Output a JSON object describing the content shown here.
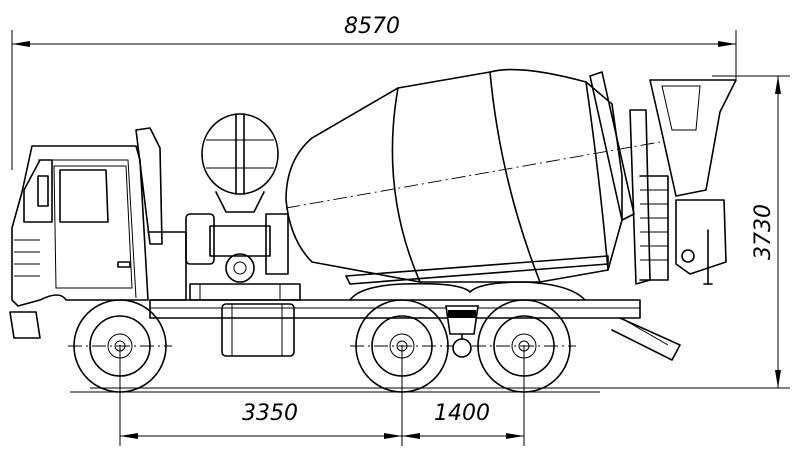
{
  "dimensions": {
    "overall_length": "8570",
    "overall_height": "3730",
    "wheelbase_front": "3350",
    "wheelbase_rear": "1400"
  },
  "colors": {
    "line": "#000000",
    "background": "#ffffff"
  }
}
